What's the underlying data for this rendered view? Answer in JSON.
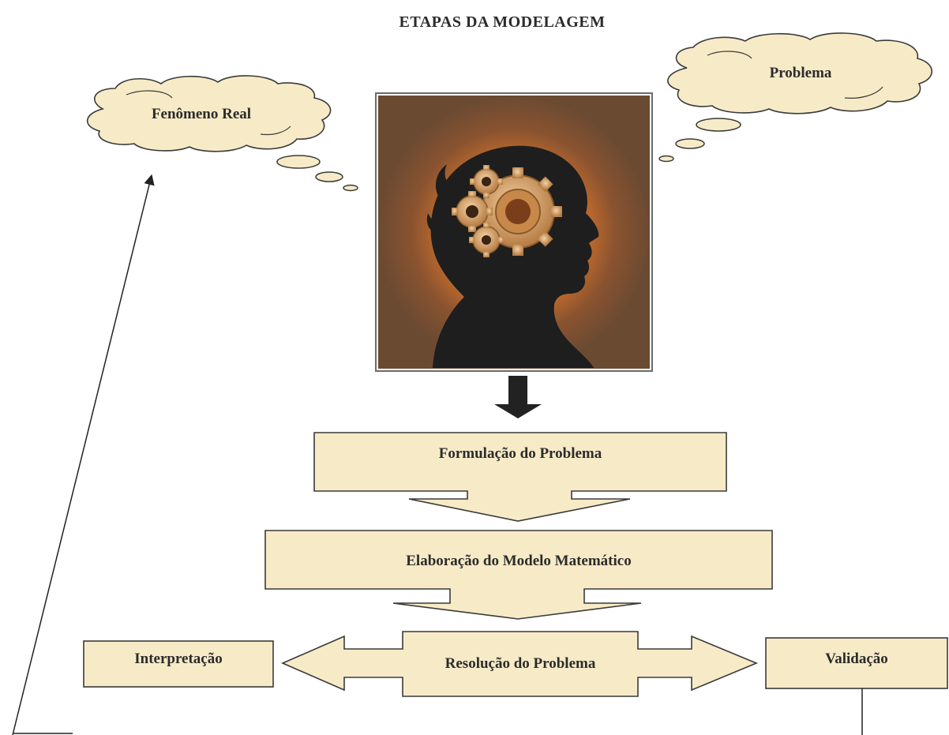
{
  "title": "ETAPAS DA MODELAGEM",
  "clouds": {
    "left": "Fenômeno Real",
    "right": "Problema"
  },
  "steps": {
    "formulation": "Formulação do Problema",
    "elaboration": "Elaboração do Modelo Matemático",
    "resolution": "Resolução do Problema",
    "interpretation": "Interpretação",
    "validation": "Validação"
  },
  "colors": {
    "box_fill": "#f7ebc7",
    "outline": "#3a3a3a",
    "image_bg": "#6b4a32",
    "glow": "#e0812a",
    "silhouette": "#1e1e1e",
    "gear": "#e2b27a"
  }
}
